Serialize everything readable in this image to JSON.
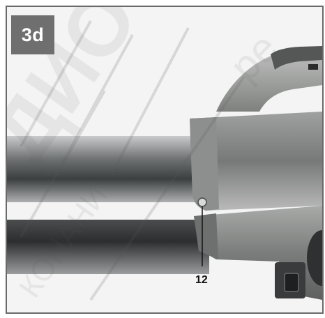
{
  "figure": {
    "step_label": "3d",
    "callout_number": "12"
  },
  "watermark": {
    "text_large": "ДИО",
    "text_small": "КОНАНИ",
    "text_faint": "ре"
  },
  "colors": {
    "badge": "#6f6f6f",
    "frame_border": "#6a6a6a",
    "tube": "#5a5d5e",
    "housing": "#8a8c8b",
    "watermark": "#b33a3a"
  }
}
